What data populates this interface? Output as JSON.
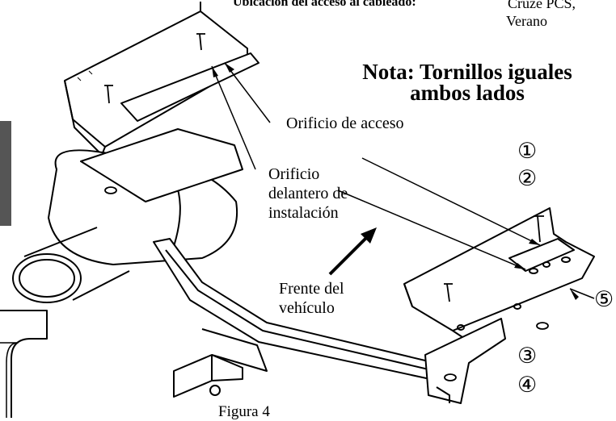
{
  "header": {
    "label": "Ubicación del acceso al cableado:",
    "value_line1": "Cruze PCS,",
    "value_line2": "Verano"
  },
  "note": {
    "line1": "Nota: Tornillos iguales",
    "line2": "ambos lados"
  },
  "callouts": {
    "access_hole": "Orificio de acceso",
    "front_hole_l1": "Orificio",
    "front_hole_l2": "delantero de",
    "front_hole_l3": "instalación",
    "front_vehicle_l1": "Frente del",
    "front_vehicle_l2": "vehículo"
  },
  "numbers": {
    "n1": "①",
    "n2": "②",
    "n3": "③",
    "n4": "④",
    "n5": "⑤"
  },
  "caption": "Figura 4"
}
